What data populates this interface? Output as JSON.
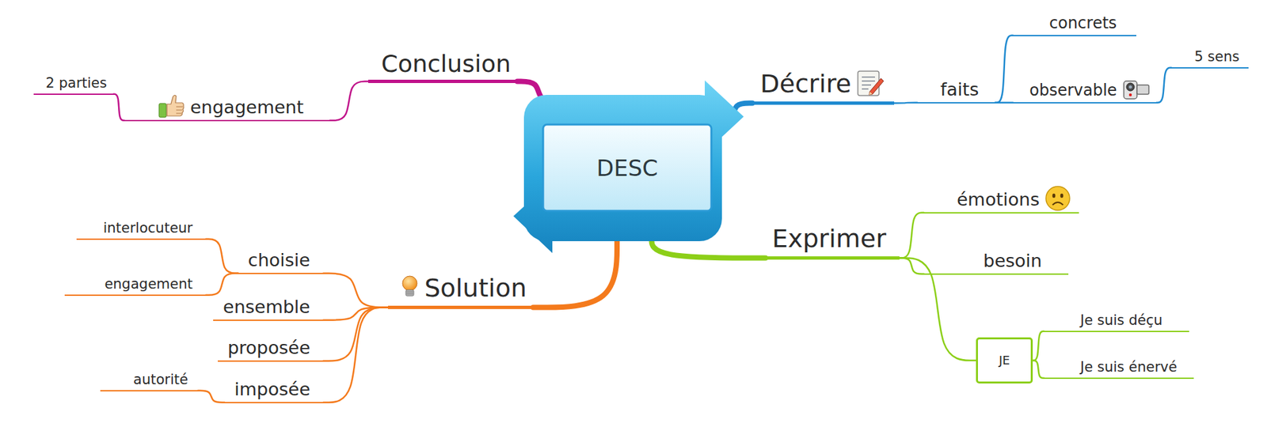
{
  "diagram": {
    "nodes": [
      {
        "text": [
          "DESC"
        ]
      },
      {
        "text": [
          "Conclusion"
        ]
      },
      {
        "text": [
          "engagement"
        ]
      },
      {
        "text": [
          "2 parties"
        ]
      },
      {
        "text": [
          "Décrire"
        ]
      },
      {
        "text": [
          "faits"
        ]
      },
      {
        "text": [
          "concrets"
        ]
      },
      {
        "text": [
          "observable"
        ]
      },
      {
        "text": [
          "5 sens"
        ]
      },
      {
        "text": [
          "Solution"
        ]
      },
      {
        "text": [
          "choisie"
        ]
      },
      {
        "text": [
          "interlocuteur"
        ]
      },
      {
        "text": [
          "engagement"
        ]
      },
      {
        "text": [
          "ensemble"
        ]
      },
      {
        "text": [
          "proposée"
        ]
      },
      {
        "text": [
          "imposée"
        ]
      },
      {
        "text": [
          "autorité"
        ]
      },
      {
        "text": [
          "Exprimer"
        ]
      },
      {
        "text": [
          "émotions"
        ]
      },
      {
        "text": [
          "besoin"
        ]
      },
      {
        "text": [
          "JE"
        ]
      },
      {
        "text": [
          "Je suis déçu"
        ]
      },
      {
        "text": [
          "Je suis énervé"
        ]
      }
    ],
    "edges": [
      {
        "from": 0,
        "to": 1,
        "arrow": "none"
      },
      {
        "from": 1,
        "to": 2,
        "arrow": "none"
      },
      {
        "from": 2,
        "to": 3,
        "arrow": "none"
      },
      {
        "from": 0,
        "to": 4,
        "arrow": "none"
      },
      {
        "from": 4,
        "to": 5,
        "arrow": "none"
      },
      {
        "from": 5,
        "to": 6,
        "arrow": "none"
      },
      {
        "from": 5,
        "to": 7,
        "arrow": "none"
      },
      {
        "from": 7,
        "to": 8,
        "arrow": "none"
      },
      {
        "from": 0,
        "to": 9,
        "arrow": "none"
      },
      {
        "from": 9,
        "to": 10,
        "arrow": "none"
      },
      {
        "from": 10,
        "to": 11,
        "arrow": "none"
      },
      {
        "from": 10,
        "to": 12,
        "arrow": "none"
      },
      {
        "from": 9,
        "to": 13,
        "arrow": "none"
      },
      {
        "from": 9,
        "to": 14,
        "arrow": "none"
      },
      {
        "from": 9,
        "to": 15,
        "arrow": "none"
      },
      {
        "from": 15,
        "to": 16,
        "arrow": "none"
      },
      {
        "from": 0,
        "to": 17,
        "arrow": "none"
      },
      {
        "from": 17,
        "to": 18,
        "arrow": "none"
      },
      {
        "from": 17,
        "to": 19,
        "arrow": "none"
      },
      {
        "from": 17,
        "to": 20,
        "arrow": "none"
      },
      {
        "from": 20,
        "to": 21,
        "arrow": "none"
      },
      {
        "from": 20,
        "to": 22,
        "arrow": "none"
      }
    ]
  }
}
